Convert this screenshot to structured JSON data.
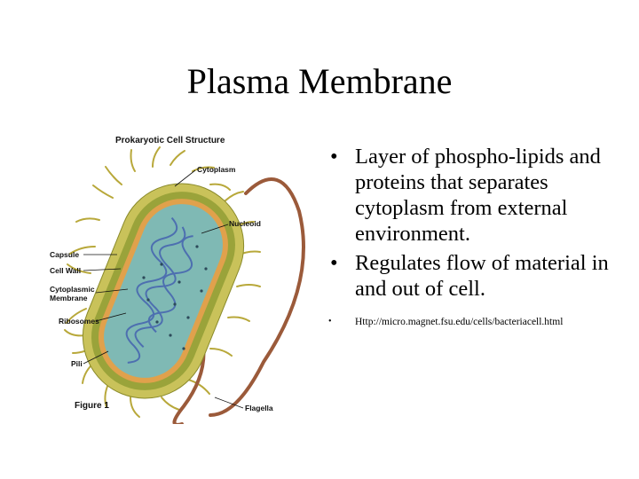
{
  "slide": {
    "title": "Plasma Membrane"
  },
  "figure": {
    "title": "Prokaryotic Cell Structure",
    "caption": "Figure 1",
    "labels": {
      "cytoplasm": "Cytoplasm",
      "nucleoid": "Nucleoid",
      "capsule": "Capsule",
      "cell_wall": "Cell Wall",
      "cytoplasmic_membrane_1": "Cytoplasmic",
      "cytoplasmic_membrane_2": "Membrane",
      "ribosomes": "Ribosomes",
      "pili": "Pili",
      "flagella": "Flagella"
    }
  },
  "bullets": [
    {
      "mark": "•",
      "text": "Layer of phospho-lipids and proteins that separates cytoplasm from external environment."
    },
    {
      "mark": "•",
      "text": "Regulates flow of material in and out of cell."
    },
    {
      "mark": "•",
      "text": "Http://micro.magnet.fsu.edu/cells/bacteriacell.html"
    }
  ],
  "colors": {
    "capsule": "#c9c25a",
    "cell_wall": "#9aa33a",
    "membrane": "#e0a14c",
    "cytoplasm": "#7fb9b4",
    "nucleoid": "#4d6fb0",
    "pili": "#b8a83a",
    "flagellum": "#9b5a3a"
  }
}
